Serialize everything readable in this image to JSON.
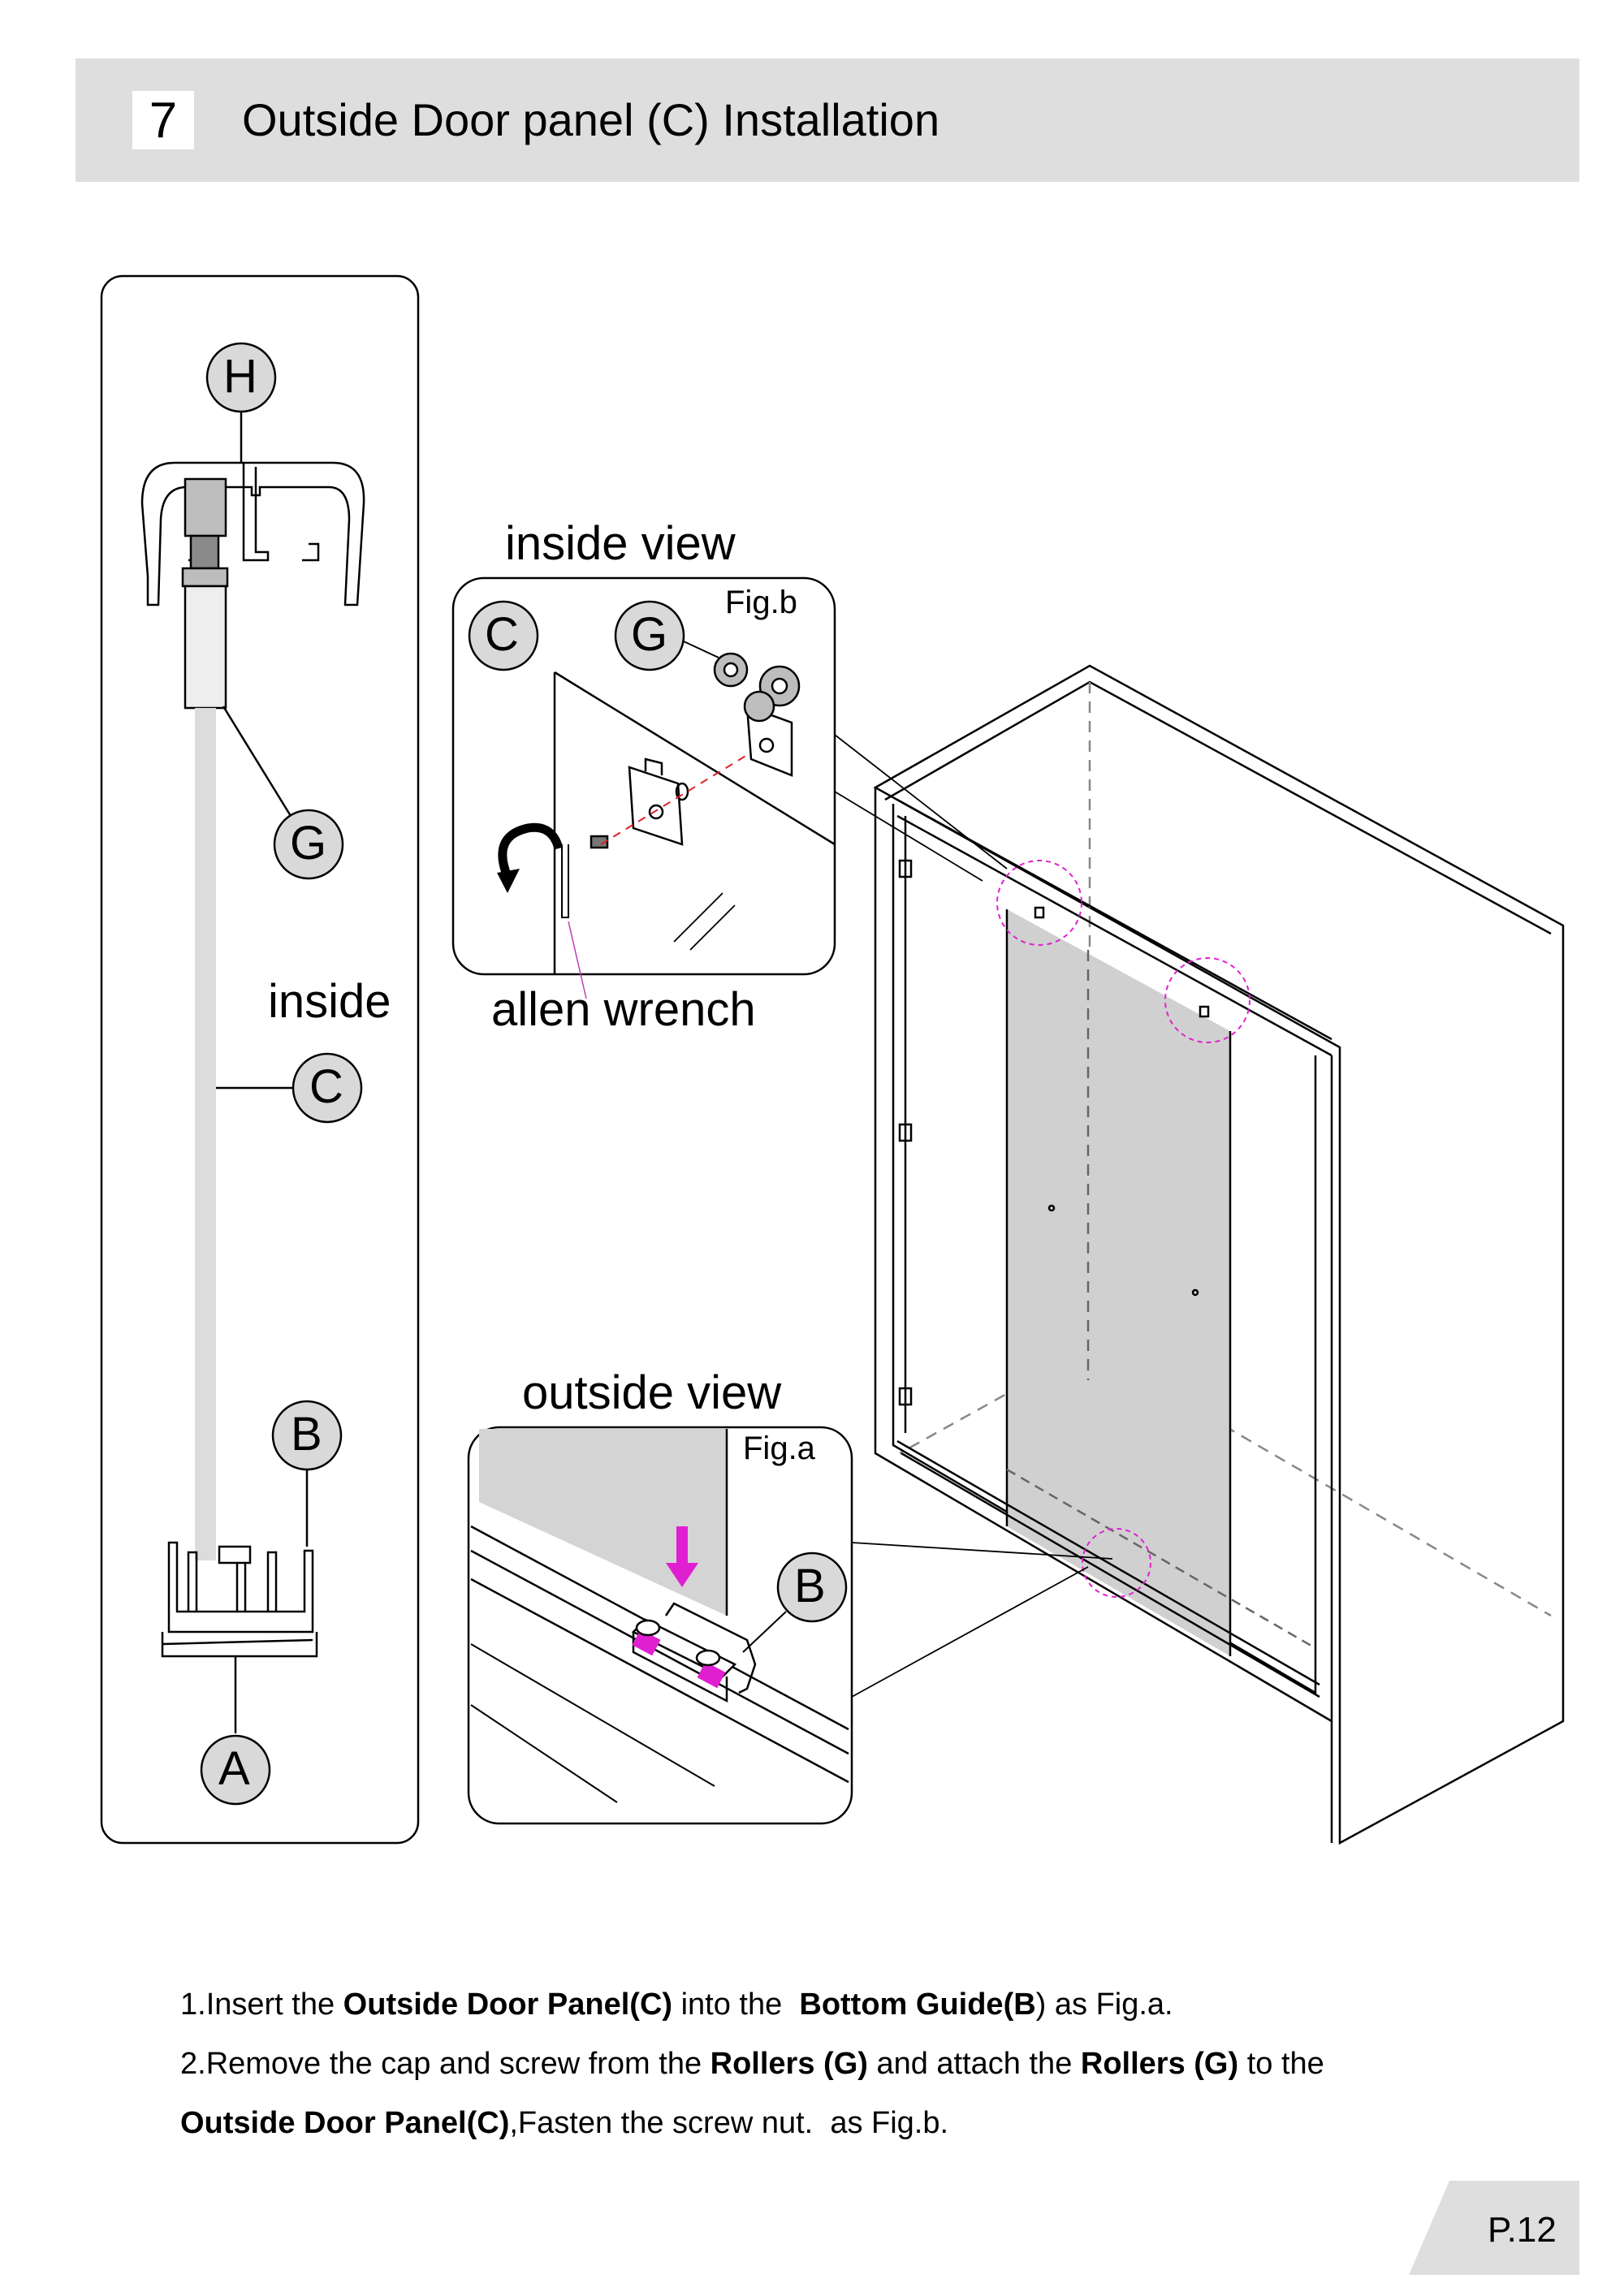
{
  "header": {
    "step_number": "7",
    "title": "Outside Door panel (C) Installation"
  },
  "cross_section": {
    "part_labels": [
      "H",
      "G",
      "C",
      "B",
      "A"
    ],
    "side_label": "inside"
  },
  "fig_b": {
    "view_title": "inside view",
    "fig_label": "Fig.b",
    "part_labels": [
      "C",
      "G"
    ],
    "tool_label": "allen wrench"
  },
  "fig_a": {
    "view_title": "outside view",
    "fig_label": "Fig.a",
    "part_labels": [
      "B"
    ]
  },
  "instructions": {
    "line1": {
      "t1": "1.Insert the ",
      "b1": "Outside Door Panel(C)",
      "t2": " into the  ",
      "b2": "Bottom Guide(B",
      "t3": ") as Fig.a."
    },
    "line2": {
      "t1": "2.Remove the cap and screw from the ",
      "b1": "Rollers (G)",
      "t2": " and attach the ",
      "b2": "Rollers (G)",
      "t3": " to the"
    },
    "line3": {
      "b1": "Outside Door Panel(C)",
      "t1": ",Fasten the screw nut.  as Fig.b."
    }
  },
  "footer": {
    "page": "P.12"
  },
  "colors": {
    "header_bg": "#dedede",
    "callout_circle": "#d9d9d9",
    "highlight_magenta": "#e020d0",
    "panel_gray": "#d4d4d4"
  }
}
